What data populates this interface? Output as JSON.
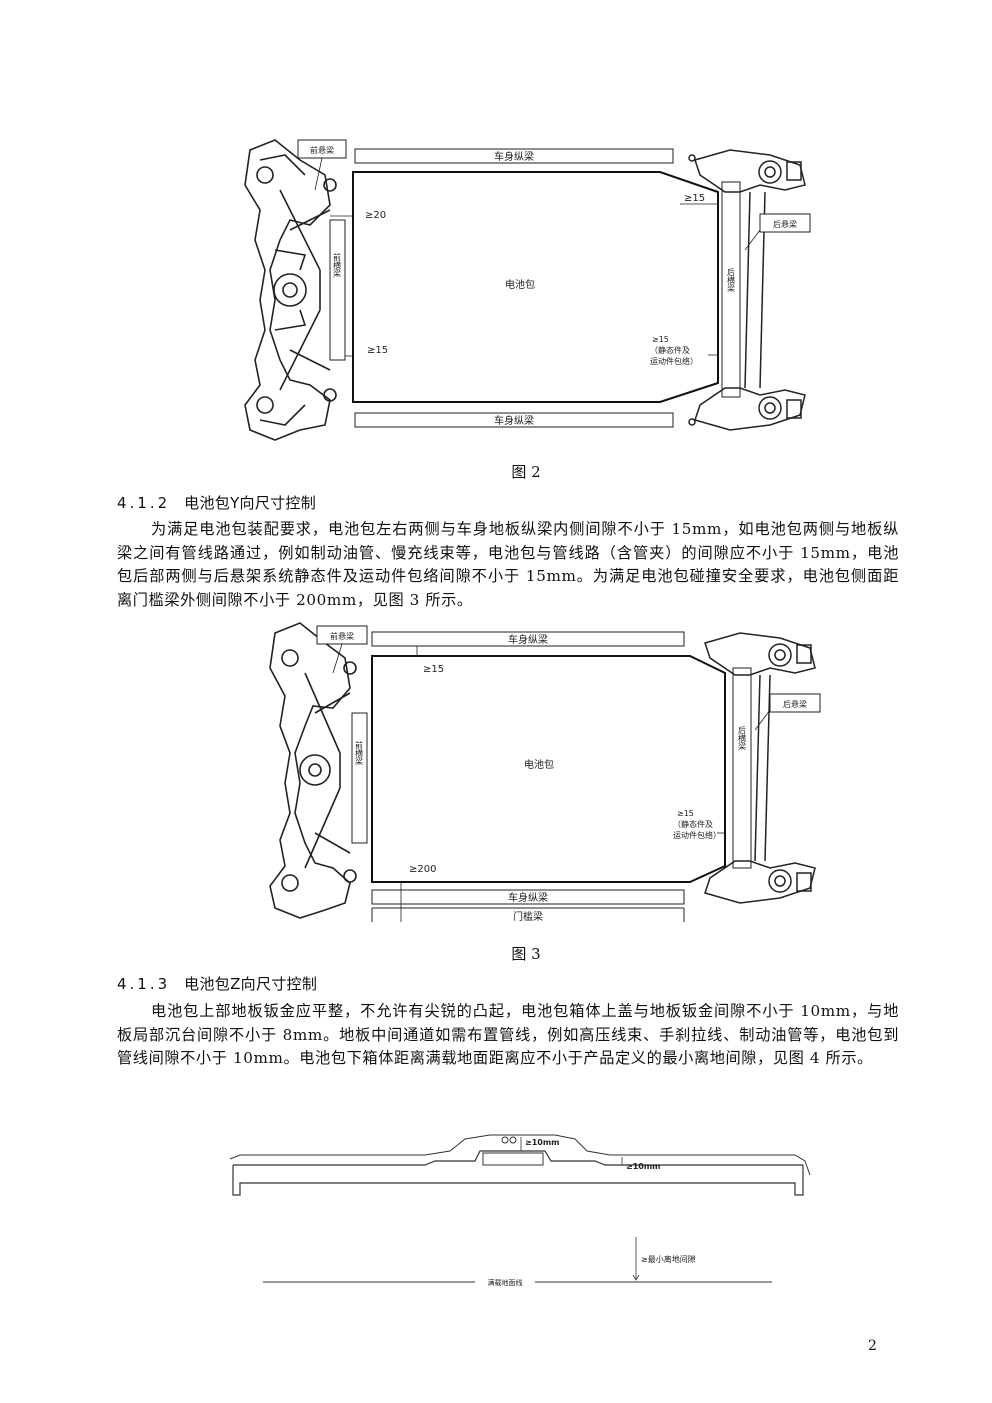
{
  "figure2": {
    "caption": "图 2",
    "labels": {
      "front_subframe": "前悬梁",
      "rail_top": "车身纵梁",
      "rail_bottom": "车身纵梁",
      "front_beam": "前横梁",
      "rear_beam": "后横梁",
      "rear_subframe": "后悬梁",
      "battery": "电池包",
      "gap_front_top": "≥20",
      "gap_front_bottom": "≥15",
      "gap_rear_top": "≥15",
      "gap_rear_bottom_1": "≥15",
      "gap_rear_bottom_2": "（静态件及",
      "gap_rear_bottom_3": "运动件包络）"
    }
  },
  "section_412": {
    "number": "4.1.2",
    "title": "电池包Y向尺寸控制",
    "paragraph": "为满足电池包装配要求，电池包左右两侧与车身地板纵梁内侧间隙不小于 15mm，如电池包两侧与地板纵梁之间有管线路通过，例如制动油管、慢充线束等，电池包与管线路（含管夹）的间隙应不小于 15mm，电池包后部两侧与后悬架系统静态件及运动件包络间隙不小于 15mm。为满足电池包碰撞安全要求，电池包侧面距离门槛梁外侧间隙不小于 200mm，见图 3 所示。"
  },
  "figure3": {
    "caption": "图 3",
    "labels": {
      "front_subframe": "前悬梁",
      "rail_top": "车身纵梁",
      "rail_bottom": "车身纵梁",
      "front_beam": "前横梁",
      "rear_beam": "后横梁",
      "rear_subframe": "后悬梁",
      "battery": "电池包",
      "sill": "门槛梁",
      "gap_top": "≥15",
      "gap_bottom": "≥200",
      "gap_rear_1": "≥15",
      "gap_rear_2": "（静态件及",
      "gap_rear_3": "运动件包络）"
    }
  },
  "section_413": {
    "number": "4.1.3",
    "title": "电池包Z向尺寸控制",
    "paragraph": "电池包上部地板钣金应平整，不允许有尖锐的凸起，电池包箱体上盖与地板钣金间隙不小于 10mm，与地板局部沉台间隙不小于 8mm。地板中间通道如需布置管线，例如高压线束、手刹拉线、制动油管等，电池包到管线间隙不小于 10mm。电池包下箱体距离满载地面距离应不小于产品定义的最小离地间隙，见图 4 所示。"
  },
  "figure4": {
    "labels": {
      "gap_tunnel": "≥10mm",
      "gap_floor": "≥10mm",
      "ground_clearance": "≥最小离地间隙",
      "ground_line": "满载地面线"
    }
  },
  "page_number": "2"
}
